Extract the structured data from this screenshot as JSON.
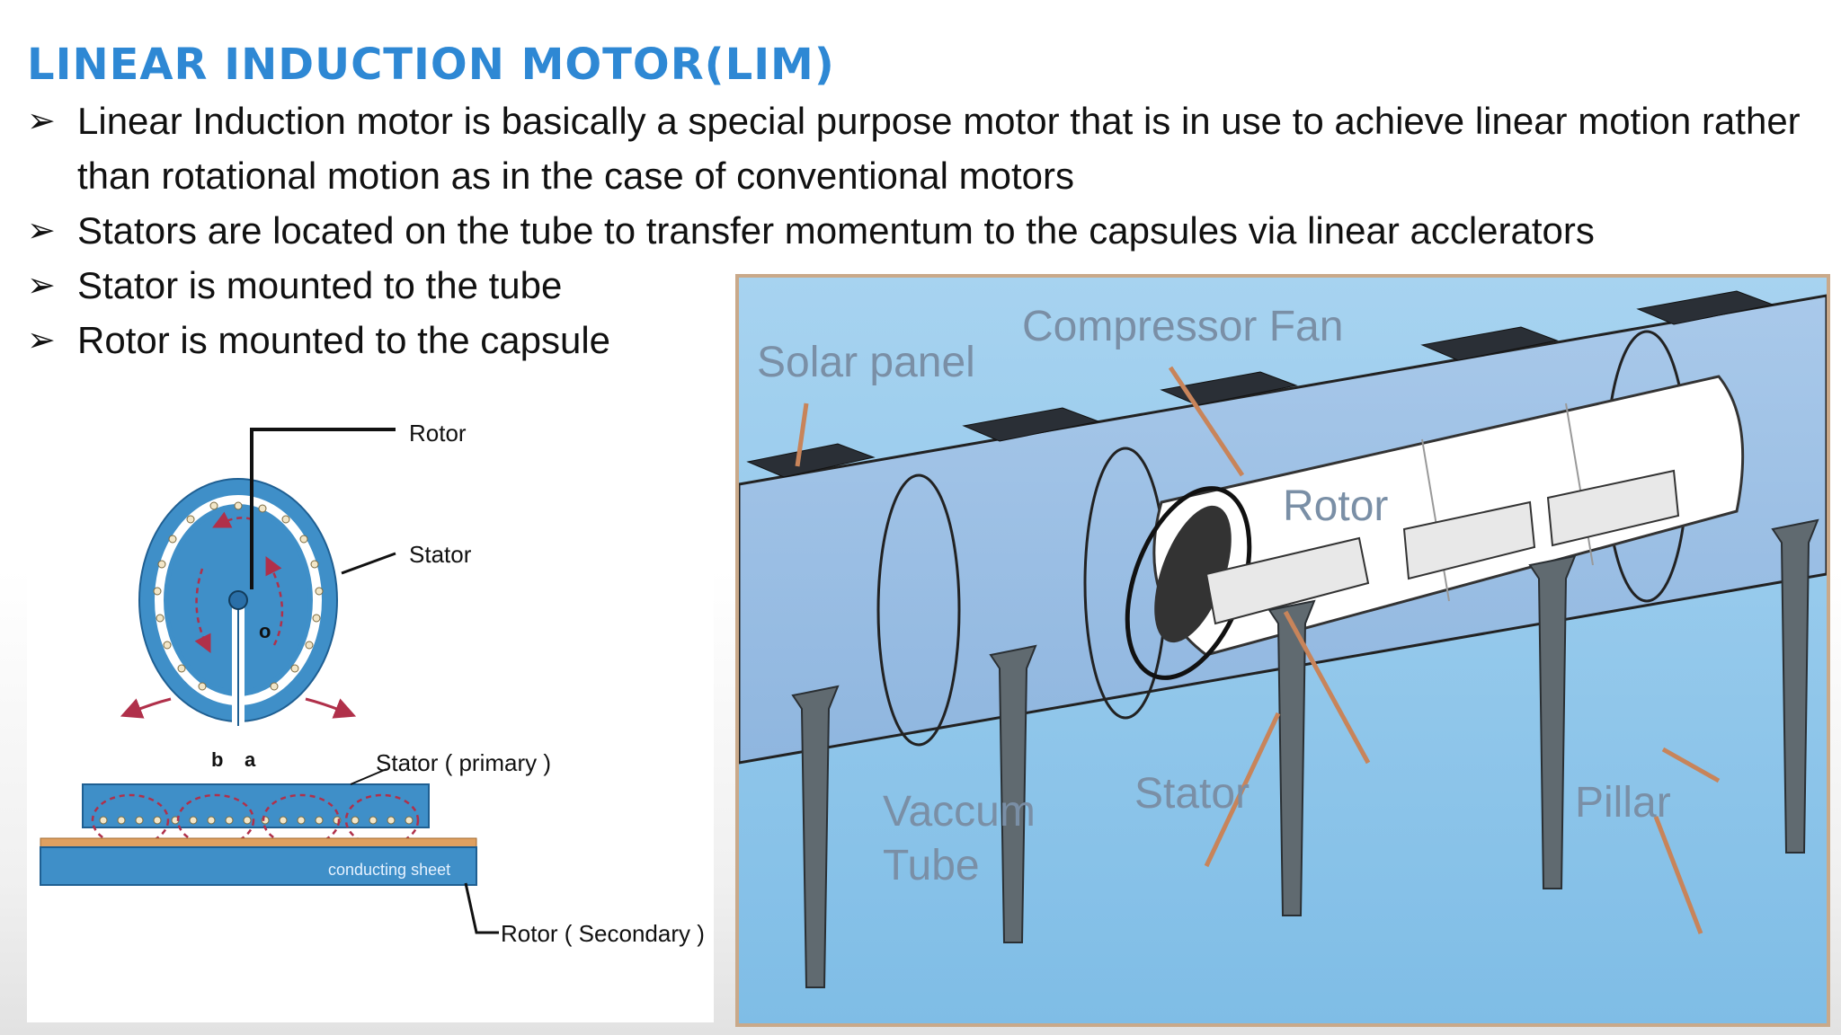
{
  "slide": {
    "title": "LINEAR INDUCTION MOTOR(LIM)",
    "bullet_marker": "➢",
    "bullets": [
      "Linear Induction motor is basically a special purpose motor that is in use to achieve linear motion rather than rotational motion as in the case of conventional motors",
      "Stators are located on the tube to transfer momentum to the capsules via linear acclerators",
      "Stator is mounted to the tube",
      "Rotor is mounted to the capsule"
    ]
  },
  "figure_left": {
    "label_rotor": "Rotor",
    "label_stator": "Stator",
    "label_o": "o",
    "label_b": "b",
    "label_a": "a",
    "label_stator_primary": "Stator ( primary )",
    "label_conducting_sheet": "conducting sheet",
    "label_rotor_secondary": "Rotor ( Secondary )"
  },
  "figure_right": {
    "label_solar_panel": "Solar panel",
    "label_compressor_fan": "Compressor Fan",
    "label_rotor": "Rotor",
    "label_stator": "Stator",
    "label_vaccum": "Vaccum",
    "label_tube": "Tube",
    "label_pillar": "Pillar"
  },
  "colors": {
    "title": "#2e88d4",
    "stator_blue": "#3f8fc8",
    "sky_blue": "#8cc4ea",
    "pillar_gray": "#606a70"
  }
}
